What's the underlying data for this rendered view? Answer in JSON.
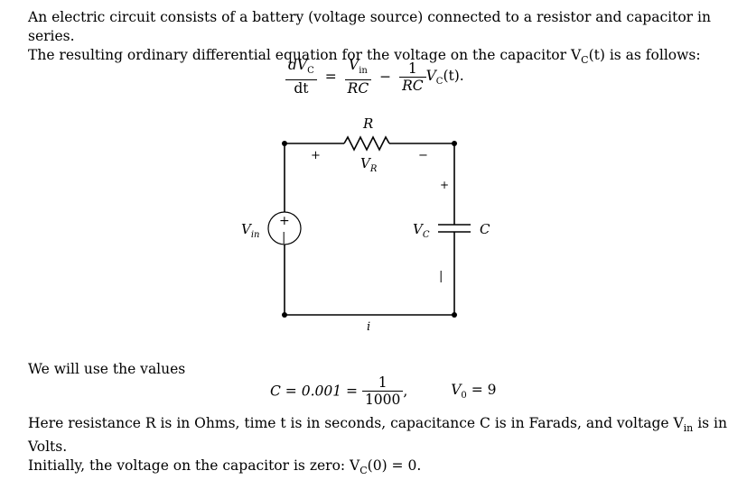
{
  "intro_line_1": "An electric circuit consists of a battery (voltage source) connected to a resistor and capacitor in series.",
  "intro_line_2": "The resulting ordinary differential equation for the voltage on the capacitor V",
  "intro_line_2_sub": "C",
  "intro_line_2_tail": "(t) is as follows:",
  "ode": {
    "lhs_num": "dV",
    "lhs_num_sub": "C",
    "lhs_den": "dt",
    "eq": "=",
    "t1_num": "V",
    "t1_num_sub": "in",
    "t1_den": "RC",
    "minus": "−",
    "t2_num": "1",
    "t2_den": "RC",
    "t2_tail": "V",
    "t2_tail_sub": "C",
    "t2_end": "(t)."
  },
  "circuit": {
    "resistor_label": "R",
    "resistor_voltage": "V",
    "resistor_voltage_sub": "R",
    "plus": "+",
    "minus": "−",
    "source_label": "V",
    "source_label_sub": "in",
    "cap_voltage": "V",
    "cap_voltage_sub": "C",
    "cap_label": "C",
    "current_label": "i"
  },
  "values_intro": "We will use the values",
  "values": {
    "c_lhs": "C = 0.001 =",
    "c_num": "1",
    "c_den": "1000",
    "comma": ",",
    "v0": "V",
    "v0_sub": "0",
    "v0_rhs": " = 9"
  },
  "units_line_1": "Here resistance R is in Ohms, time t is in seconds, capacitance C is in Farads, and voltage V",
  "units_line_1_sub": "in",
  "units_line_1_tail": " is in Volts.",
  "units_line_2": "Initially, the voltage on the capacitor is zero: V",
  "units_line_2_sub": "C",
  "units_line_2_tail": "(0) = 0."
}
